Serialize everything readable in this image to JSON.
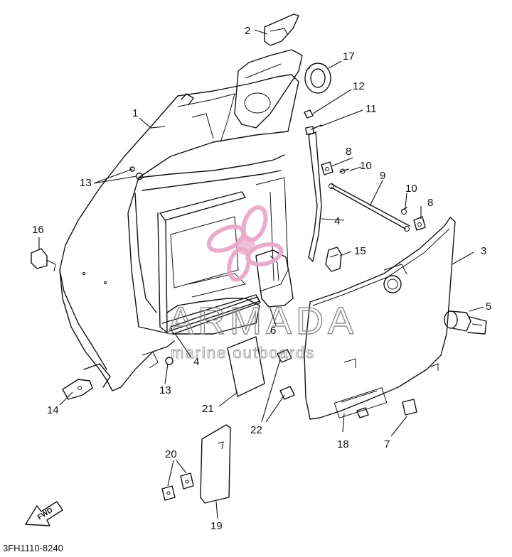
{
  "diagram": {
    "drawing_code": "3FH1110-8240",
    "fwd_label": "FWD",
    "callouts": [
      {
        "id": "c1",
        "label": "1"
      },
      {
        "id": "c2",
        "label": "2"
      },
      {
        "id": "c3",
        "label": "3"
      },
      {
        "id": "c4a",
        "label": "4"
      },
      {
        "id": "c4b",
        "label": "4"
      },
      {
        "id": "c5",
        "label": "5"
      },
      {
        "id": "c6",
        "label": "6"
      },
      {
        "id": "c7",
        "label": "7"
      },
      {
        "id": "c8a",
        "label": "8"
      },
      {
        "id": "c8b",
        "label": "8"
      },
      {
        "id": "c9",
        "label": "9"
      },
      {
        "id": "c10a",
        "label": "10"
      },
      {
        "id": "c10b",
        "label": "10"
      },
      {
        "id": "c11",
        "label": "11"
      },
      {
        "id": "c12",
        "label": "12"
      },
      {
        "id": "c13a",
        "label": "13"
      },
      {
        "id": "c13b",
        "label": "13"
      },
      {
        "id": "c14",
        "label": "14"
      },
      {
        "id": "c15",
        "label": "15"
      },
      {
        "id": "c16",
        "label": "16"
      },
      {
        "id": "c17",
        "label": "17"
      },
      {
        "id": "c18",
        "label": "18"
      },
      {
        "id": "c19",
        "label": "19"
      },
      {
        "id": "c20",
        "label": "20"
      },
      {
        "id": "c21",
        "label": "21"
      },
      {
        "id": "c22",
        "label": "22"
      }
    ]
  },
  "watermark": {
    "brand": "ARMADA",
    "tagline": "marine outboards",
    "color": "#e8a9c8"
  }
}
